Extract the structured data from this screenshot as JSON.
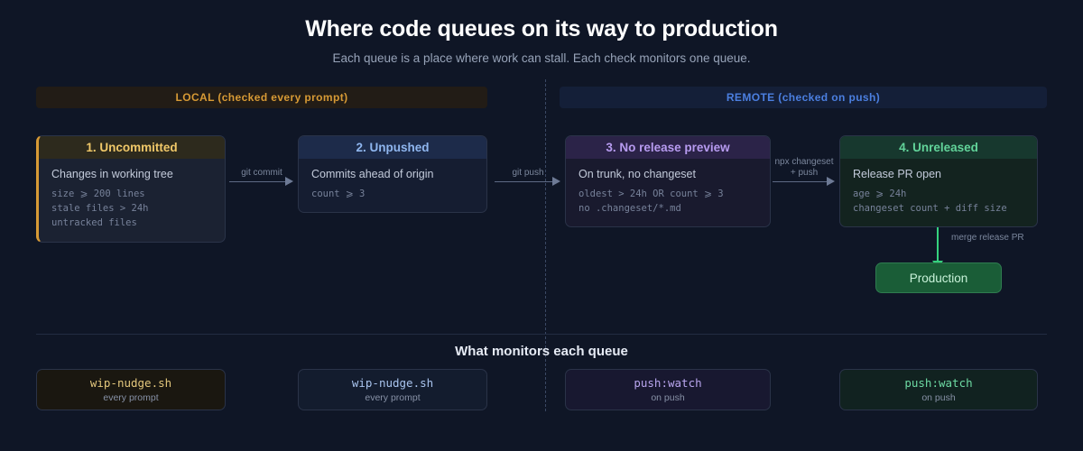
{
  "header": {
    "title": "Where code queues on its way to production",
    "subtitle": "Each queue is a place where work can stall. Each check monitors one queue."
  },
  "zones": [
    {
      "id": "local",
      "label": "LOCAL (checked every prompt)",
      "color": "#d79a35"
    },
    {
      "id": "remote",
      "label": "REMOTE (checked on push)",
      "color": "#4b7fe0"
    }
  ],
  "stages": [
    {
      "title": "1. Uncommitted",
      "desc": "Changes in working tree",
      "conditions": [
        "size ⩾ 200 lines",
        "stale files > 24h",
        "untracked files"
      ],
      "accent": "#d79a35"
    },
    {
      "title": "2. Unpushed",
      "desc": "Commits ahead of origin",
      "conditions": [
        "count ⩾ 3"
      ],
      "accent": "#8fb6ef"
    },
    {
      "title": "3. No release preview",
      "desc": "On trunk, no changeset",
      "conditions": [
        "oldest > 24h OR count ⩾ 3",
        "no .changeset/*.md"
      ],
      "accent": "#b79bf0"
    },
    {
      "title": "4. Unreleased",
      "desc": "Release PR open",
      "conditions": [
        "age ⩾ 24h",
        "changeset count + diff size"
      ],
      "accent": "#62d49a"
    }
  ],
  "arrows": [
    {
      "label": "git commit"
    },
    {
      "label": "git push"
    },
    {
      "label_line1": "npx changeset",
      "label_line2": "+ push"
    }
  ],
  "merge": {
    "label": "merge release PR",
    "color": "#35d17e"
  },
  "production": {
    "label": "Production"
  },
  "monitors_section": {
    "title": "What monitors each queue",
    "items": [
      {
        "name": "wip-nudge.sh",
        "when": "every prompt",
        "color": "#e3c77c"
      },
      {
        "name": "wip-nudge.sh",
        "when": "every prompt",
        "color": "#a9c4ee"
      },
      {
        "name": "push:watch",
        "when": "on push",
        "color": "#b9a6ef"
      },
      {
        "name": "push:watch",
        "when": "on push",
        "color": "#6ddaa3"
      }
    ]
  }
}
